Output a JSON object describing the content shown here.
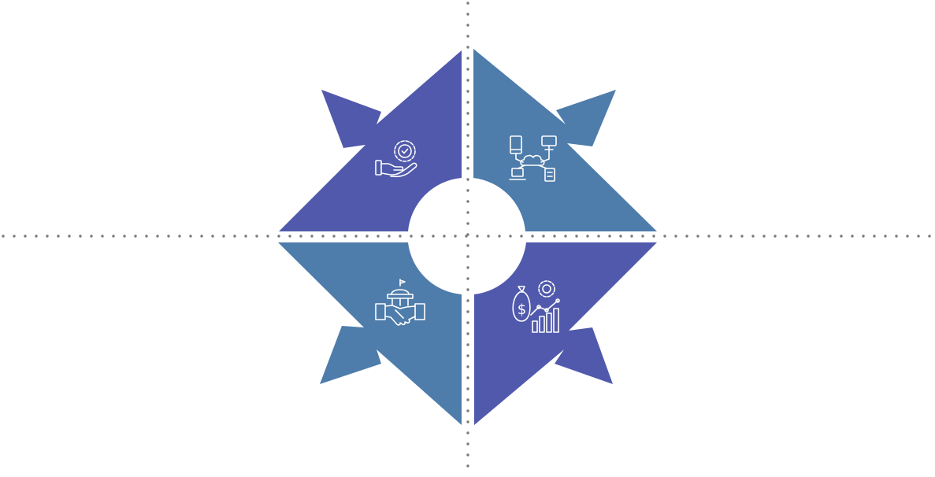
{
  "diagram": {
    "colors": {
      "background": "#ffffff",
      "dotted_line": "#7a7a7a",
      "icon_stroke": "#ffffff",
      "purple": "#5059ab",
      "steel_blue": "#4e7cab"
    },
    "quadrants": [
      {
        "position": "top-left",
        "color": "#5059ab",
        "icon": "hand-gear-check-icon"
      },
      {
        "position": "top-right",
        "color": "#4e7cab",
        "icon": "cloud-network-icon"
      },
      {
        "position": "bottom-left",
        "color": "#4e7cab",
        "icon": "handshake-government-icon"
      },
      {
        "position": "bottom-right",
        "color": "#5059ab",
        "icon": "money-bag-growth-chart-icon"
      }
    ]
  }
}
